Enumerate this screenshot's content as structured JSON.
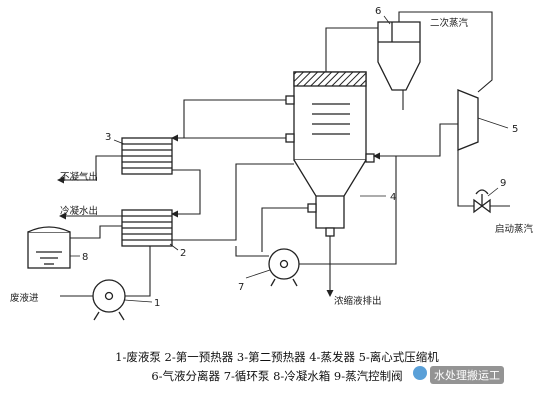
{
  "labels": {
    "non_condensable_out": "不凝气出",
    "condensate_out": "冷凝水出",
    "waste_in": "废液进",
    "concentrate_out": "浓缩液排出",
    "secondary_steam": "二次蒸汽",
    "startup_steam": "启动蒸汽"
  },
  "numbers": {
    "n1": "1",
    "n2": "2",
    "n3": "3",
    "n4": "4",
    "n5": "5",
    "n6": "6",
    "n7": "7",
    "n8": "8",
    "n9": "9"
  },
  "legend": {
    "line1": "1-废液泵 2-第一预热器 3-第二预热器 4-蒸发器 5-离心式压缩机",
    "line2": "6-气液分离器 7-循环泵 8-冷凝水箱 9-蒸汽控制阀"
  },
  "watermark": "水处理搬运工"
}
